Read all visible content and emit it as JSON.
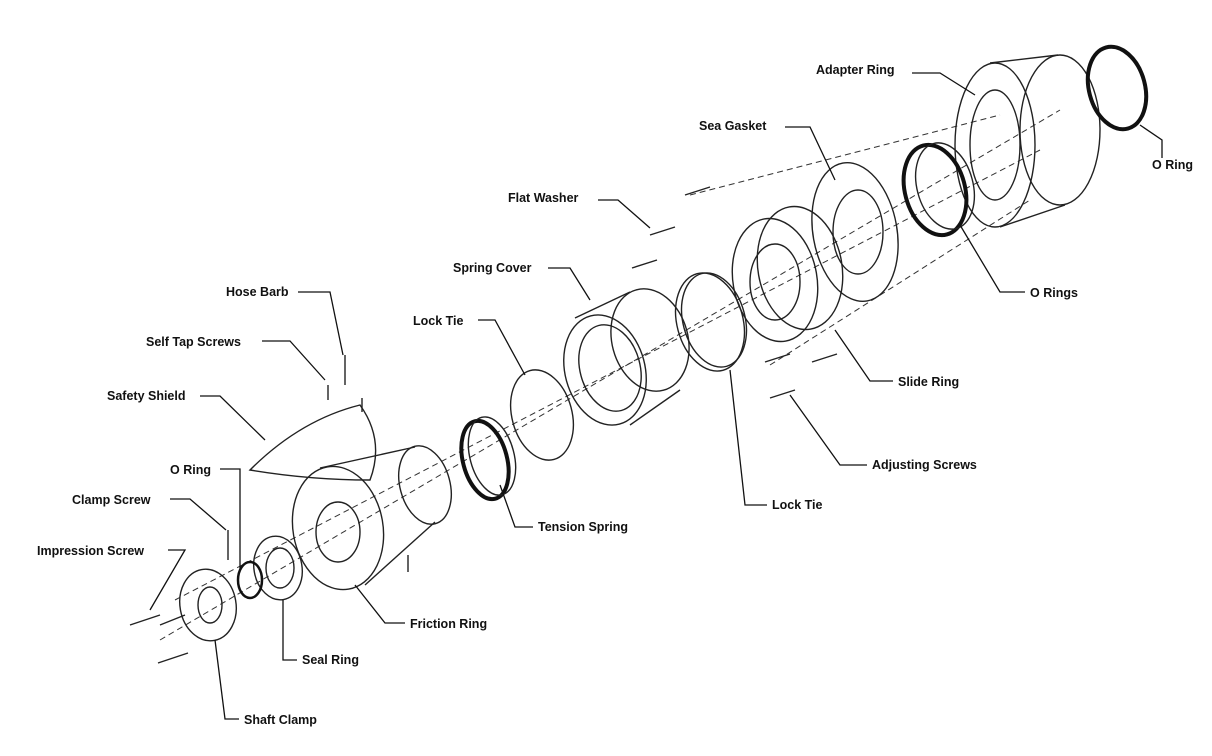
{
  "title": "Shaft seal exploded parts diagram",
  "labels": {
    "adapter_ring": "Adapter Ring",
    "o_ring_top": "O Ring",
    "sea_gasket": "Sea Gasket",
    "flat_washer": "Flat Washer",
    "o_rings": "O Rings",
    "spring_cover": "Spring Cover",
    "hose_barb": "Hose Barb",
    "lock_tie_left": "Lock Tie",
    "self_tap_screws": "Self Tap Screws",
    "safety_shield": "Safety Shield",
    "slide_ring": "Slide Ring",
    "adjusting_screws": "Adjusting Screws",
    "o_ring_small": "O Ring",
    "clamp_screw": "Clamp Screw",
    "tension_spring": "Tension Spring",
    "lock_tie_right": "Lock Tie",
    "impression_screw": "Impression Screw",
    "friction_ring": "Friction Ring",
    "seal_ring": "Seal Ring",
    "shaft_clamp": "Shaft Clamp"
  }
}
